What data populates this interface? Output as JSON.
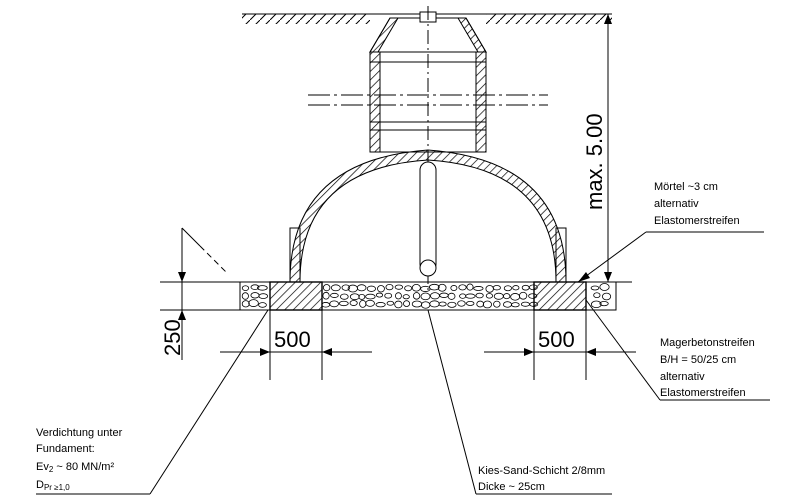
{
  "dimensions": {
    "height_label": "max. 5.00",
    "left_width_label": "500",
    "right_width_label": "500",
    "depth_label": "250"
  },
  "annotations": {
    "mortar": [
      "Mörtel ~3 cm",
      "alternativ",
      "Elastomerstreifen"
    ],
    "lean_concrete": [
      "Magerbetonstreifen",
      "B/H = 50/25 cm",
      "alternativ",
      "Elastomerstreifen"
    ],
    "compaction": {
      "line1": "Verdichtung unter",
      "line2": "Fundament:",
      "ev2_main": "Ev",
      "ev2_sub": "2",
      "ev2_rest": " ~ 80 MN/m²",
      "dpr_main": "D",
      "dpr_sub": "Pr ≥1,0"
    },
    "gravel": [
      "Kies-Sand-Schicht 2/8mm",
      "Dicke ~ 25cm"
    ]
  },
  "colors": {
    "line": "#000000",
    "background": "#ffffff"
  }
}
